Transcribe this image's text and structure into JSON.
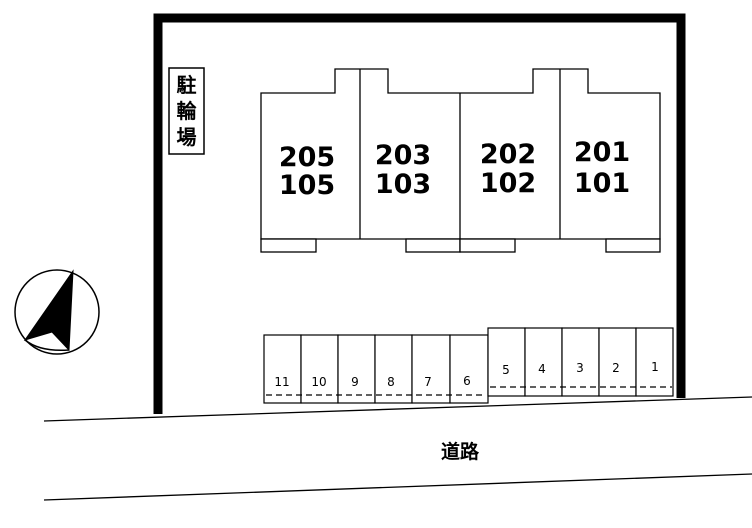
{
  "site": {
    "bike_parking_label": [
      "駐",
      "輪",
      "場"
    ],
    "road_label": "道路"
  },
  "units": [
    {
      "upper": "205",
      "lower": "105"
    },
    {
      "upper": "203",
      "lower": "103"
    },
    {
      "upper": "202",
      "lower": "102"
    },
    {
      "upper": "201",
      "lower": "101"
    }
  ],
  "parking_spaces": [
    "11",
    "10",
    "9",
    "8",
    "7",
    "6",
    "5",
    "4",
    "3",
    "2",
    "1"
  ],
  "compass": {
    "icon": "north-arrow-icon"
  }
}
